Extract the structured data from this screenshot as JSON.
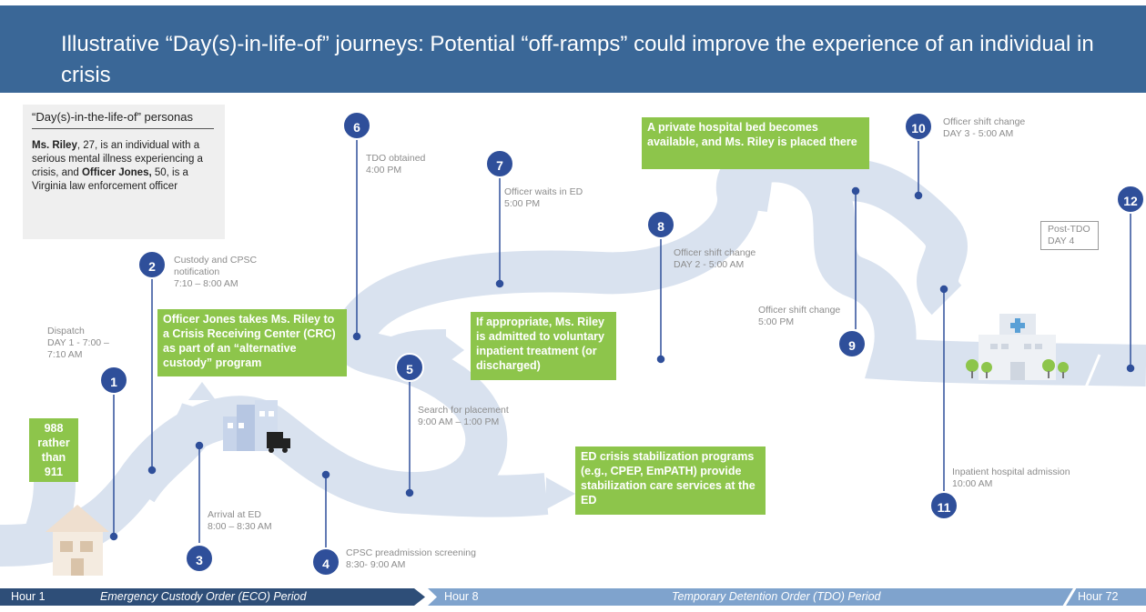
{
  "title": "Illustrative “Day(s)-in-life-of” journeys: Potential “off-ramps” could improve the experience of an individual in crisis",
  "persona": {
    "heading": "“Day(s)-in-the-life-of” personas",
    "riley_name": "Ms. Riley",
    "riley_text": ", 27, is an individual with a serious mental illness experiencing a crisis, and ",
    "jones_name": "Officer Jones,",
    "jones_text": " 50, is a Virginia law enforcement officer"
  },
  "steps": [
    {
      "num": "1",
      "label": "Dispatch",
      "time": "DAY 1 - 7:00 –",
      "time2": "7:10 AM"
    },
    {
      "num": "2",
      "label": "Custody and CPSC",
      "label2": "notification",
      "time": "7:10 – 8:00 AM"
    },
    {
      "num": "3",
      "label": "Arrival at ED",
      "time": "8:00 – 8:30 AM"
    },
    {
      "num": "4",
      "label": "CPSC preadmission screening",
      "time": "8:30- 9:00 AM"
    },
    {
      "num": "5",
      "label": "Search for placement",
      "time": "9:00 AM – 1:00 PM"
    },
    {
      "num": "6",
      "label": "TDO obtained",
      "time": "4:00 PM"
    },
    {
      "num": "7",
      "label": "Officer waits in ED",
      "time": "5:00 PM"
    },
    {
      "num": "8",
      "label": "Officer shift change",
      "time": "DAY 2 -  5:00 AM"
    },
    {
      "num": "9",
      "label": "Officer shift change",
      "time": "5:00 PM"
    },
    {
      "num": "10",
      "label": "Officer shift change",
      "time": "DAY 3 - 5:00 AM"
    },
    {
      "num": "11",
      "label": "Inpatient hospital admission",
      "time": "10:00 AM"
    },
    {
      "num": "12",
      "label": "Post-TDO",
      "time": "DAY 4"
    }
  ],
  "offramps": {
    "o988": "988 rather than 911",
    "crc": "Officer Jones takes Ms. Riley to a Crisis Receiving Center (CRC) as part of an “alternative custody” program",
    "voluntary": "If appropriate, Ms. Riley is admitted to voluntary inpatient treatment (or discharged)",
    "ed_programs": "ED crisis stabilization programs (e.g., CPEP, EmPATH) provide stabilization care services at the ED",
    "private_bed": "A private hospital bed becomes available, and Ms. Riley is placed there"
  },
  "timeline": {
    "hour1": "Hour 1",
    "eco": "Emergency Custody Order (ECO) Period",
    "hour8": "Hour 8",
    "tdo": "Temporary Detention Order (TDO) Period",
    "hour72": "Hour 72"
  },
  "colors": {
    "header": "#3a6797",
    "road": "#d9e2ef",
    "offramp_green": "#8dc54b",
    "badge": "#2f4f9a",
    "timeline_dark": "#2e4e78",
    "timeline_light": "#7fa3cd"
  },
  "icons": [
    "house-icon",
    "building-icon",
    "truck-icon",
    "hospital-icon"
  ]
}
